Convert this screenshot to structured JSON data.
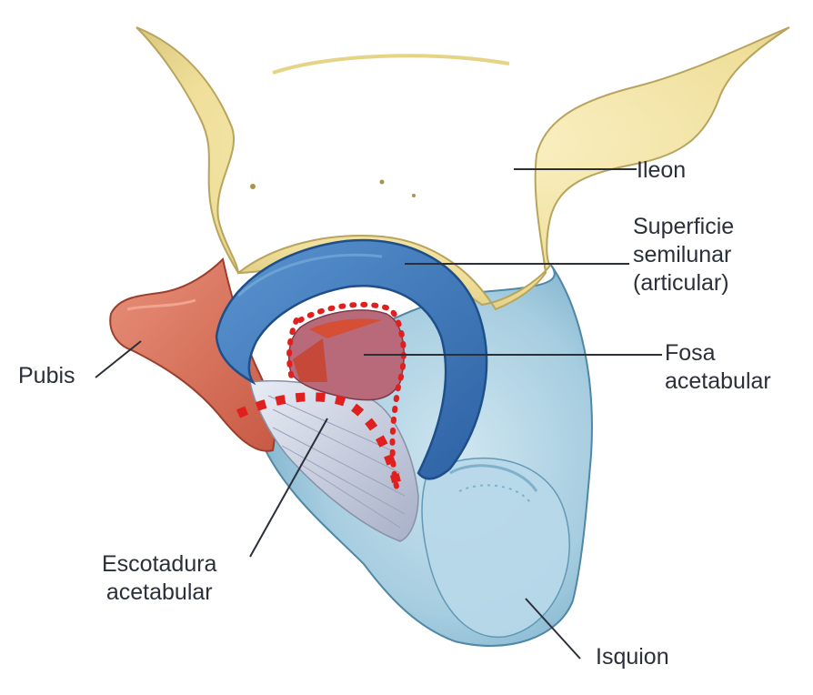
{
  "labels": {
    "ileon": "Ileon",
    "superficie": [
      "Superficie",
      "semilunar",
      "(articular)"
    ],
    "fosa": [
      "Fosa",
      "acetabular"
    ],
    "pubis": "Pubis",
    "escotadura": [
      "Escotadura",
      "acetabular"
    ],
    "isquion": "Isquion"
  },
  "colors": {
    "ilium": "#f0e2a0",
    "pubis": "#d8705a",
    "ischium": "#a8cfe0",
    "lunate_surface": "#3f78b8",
    "fossa": "#b86a7a",
    "dotted_line": "#e0201e",
    "leader_line": "#2a2f38"
  }
}
